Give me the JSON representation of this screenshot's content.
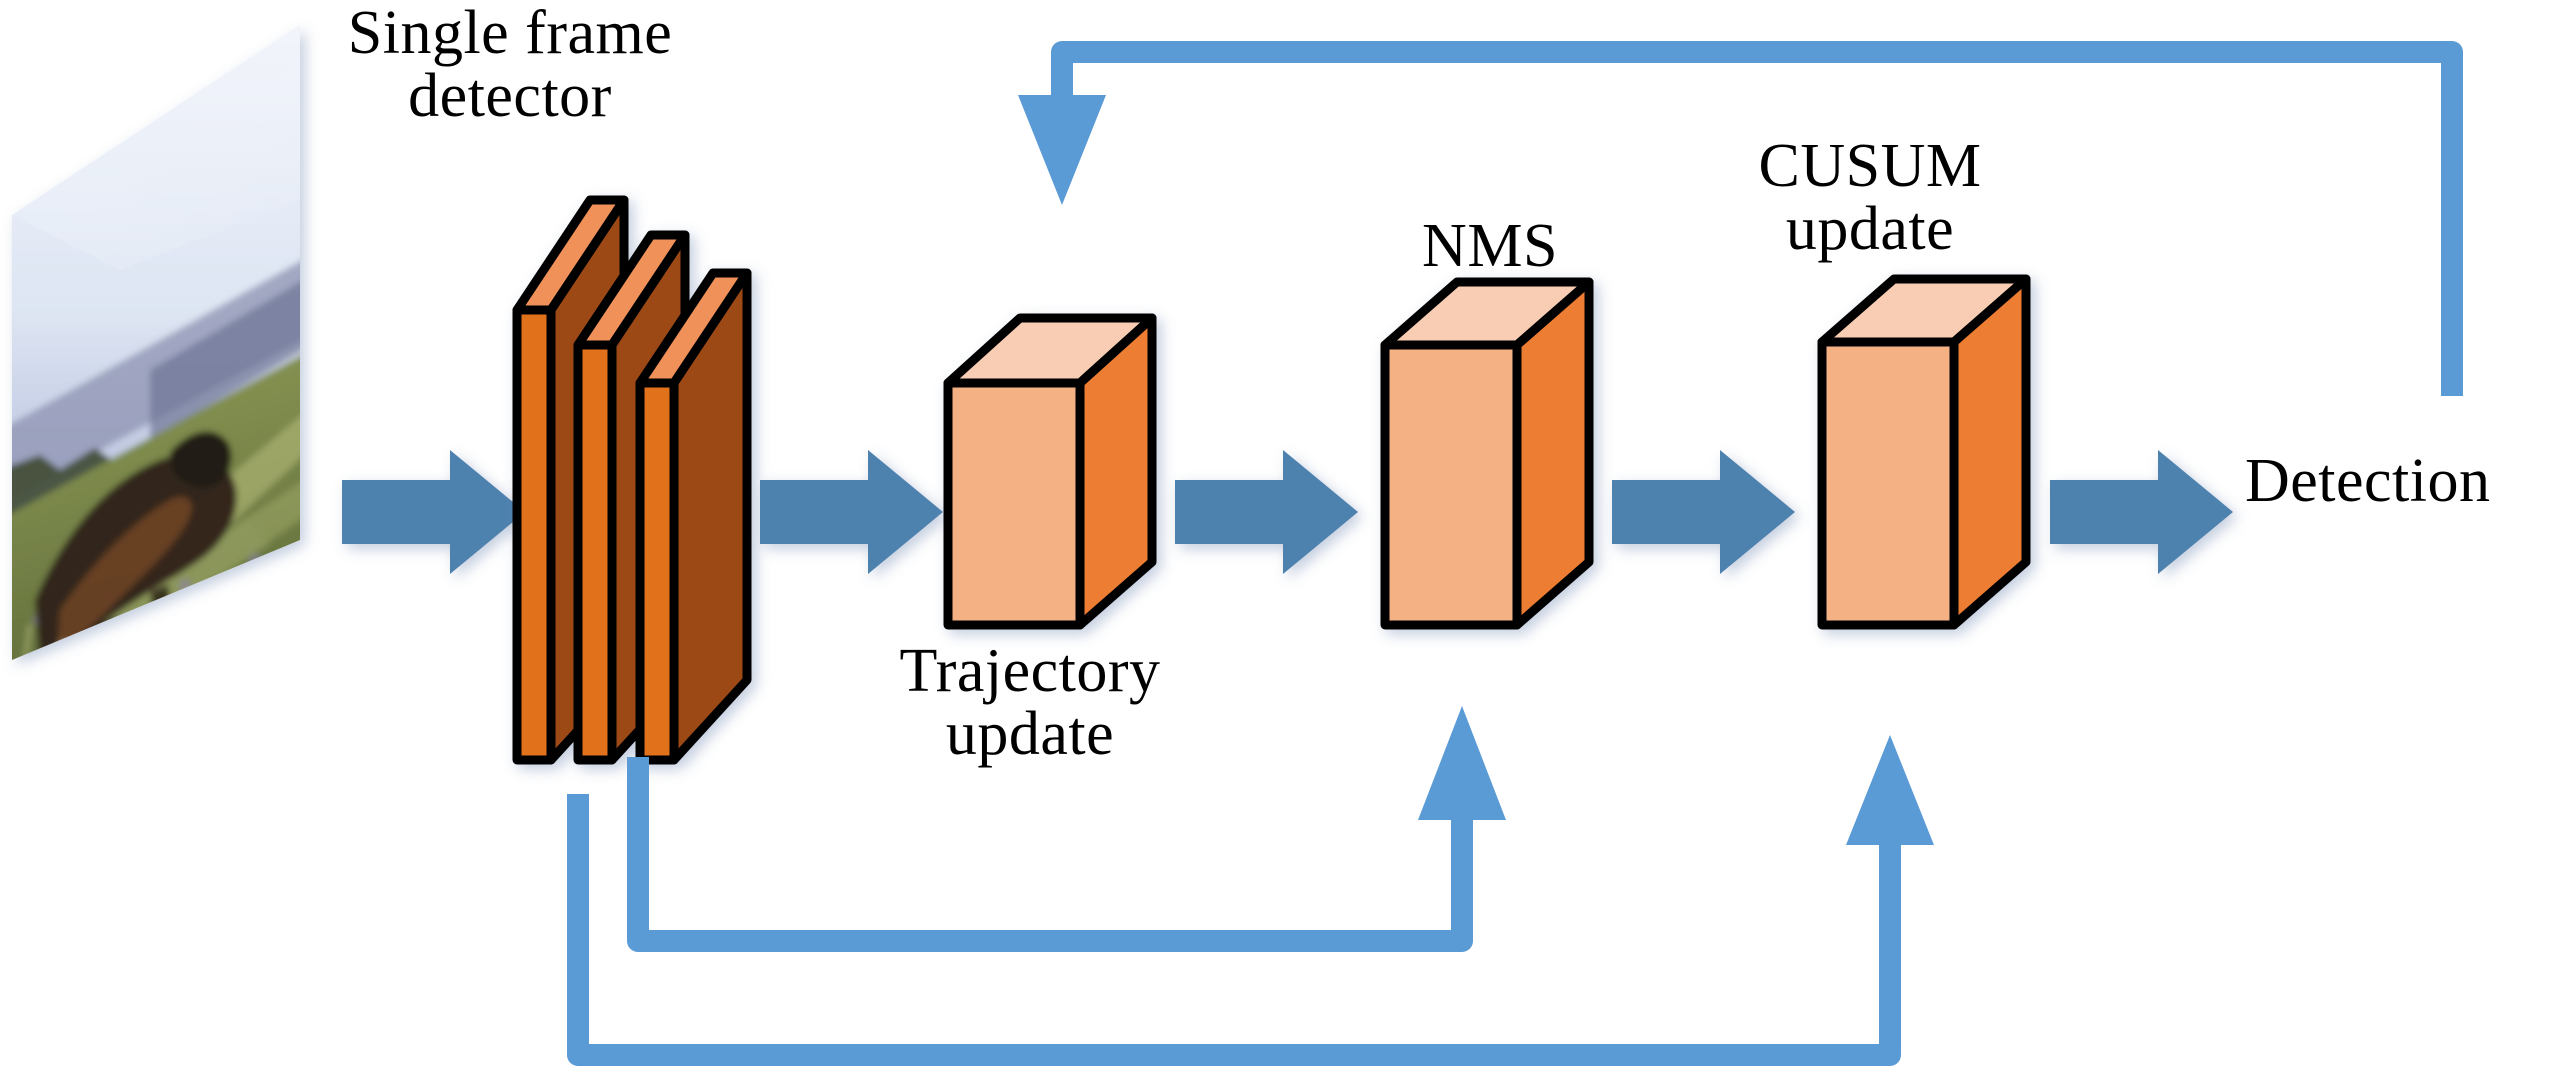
{
  "figure": {
    "type": "pipeline-block-diagram",
    "background_color": "#ffffff",
    "title_text": "",
    "labels": {
      "single_frame_detector": "Single frame\ndetector",
      "trajectory_update": "Trajectory\nupdate",
      "nms": "NMS",
      "cusum_update": "CUSUM\nupdate",
      "detection": "Detection"
    },
    "colors": {
      "arrow_blue": "#4E81AE",
      "feedback_blue": "#5B9BD5",
      "box_top": "#F8CDB4",
      "box_front": "#F4B183",
      "box_side": "#ED7D31",
      "slab_front": "#9C4A18",
      "slab_edge": "#E2711D",
      "slab_top": "#F0915A",
      "outline": "#000000",
      "text": "#000000"
    },
    "nodes": [
      {
        "id": "input-frame",
        "kind": "image-thumbnail",
        "label": ""
      },
      {
        "id": "detector",
        "kind": "layered-slabs",
        "label": "Single frame\ndetector",
        "layers": 3
      },
      {
        "id": "trajectory",
        "kind": "cube",
        "label": "Trajectory\nupdate"
      },
      {
        "id": "nms",
        "kind": "cube",
        "label": "NMS"
      },
      {
        "id": "cusum",
        "kind": "cube",
        "label": "CUSUM\nupdate"
      },
      {
        "id": "detection-out",
        "kind": "text",
        "label": "Detection"
      }
    ],
    "forward_arrows": [
      {
        "from": "input-frame",
        "to": "detector"
      },
      {
        "from": "detector",
        "to": "trajectory"
      },
      {
        "from": "trajectory",
        "to": "nms"
      },
      {
        "from": "nms",
        "to": "cusum"
      },
      {
        "from": "cusum",
        "to": "detection-out"
      }
    ],
    "feedback_arrows": [
      {
        "from": "detection-out",
        "to": "trajectory",
        "route": "top"
      },
      {
        "from": "detector",
        "to": "nms",
        "route": "bottom-inner"
      },
      {
        "from": "detector",
        "to": "cusum",
        "route": "bottom-outer"
      }
    ],
    "image_thumbnail": {
      "alt_description": "horse in a flowering meadow, skewed perspective",
      "sky_color": "#dfe6f2",
      "grass_color": "#7f8c4a",
      "horse_color": "#3a2a20"
    }
  }
}
